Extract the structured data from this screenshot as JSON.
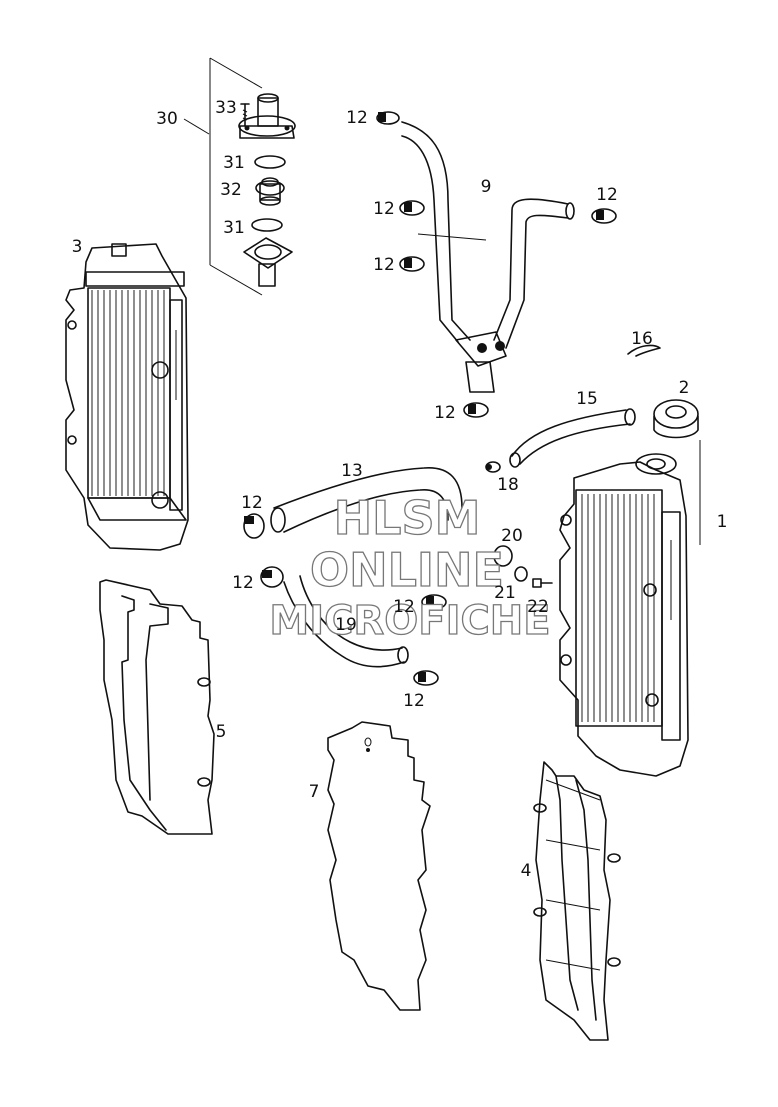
{
  "watermark": {
    "line1": "HLSM",
    "line2": "ONLINE",
    "line3": "MICROFICHE"
  },
  "callouts": [
    {
      "id": "c30",
      "text": "30"
    },
    {
      "id": "c33",
      "text": "33"
    },
    {
      "id": "c31a",
      "text": "31"
    },
    {
      "id": "c32",
      "text": "32"
    },
    {
      "id": "c31b",
      "text": "31"
    },
    {
      "id": "c3",
      "text": "3"
    },
    {
      "id": "c12a",
      "text": "12"
    },
    {
      "id": "c9",
      "text": "9"
    },
    {
      "id": "c12b",
      "text": "12"
    },
    {
      "id": "c12c",
      "text": "12"
    },
    {
      "id": "c12d",
      "text": "12"
    },
    {
      "id": "c16",
      "text": "16"
    },
    {
      "id": "c2",
      "text": "2"
    },
    {
      "id": "c15",
      "text": "15"
    },
    {
      "id": "c12e",
      "text": "12"
    },
    {
      "id": "c13",
      "text": "13"
    },
    {
      "id": "c18",
      "text": "18"
    },
    {
      "id": "c1",
      "text": "1"
    },
    {
      "id": "c12f",
      "text": "12"
    },
    {
      "id": "c20",
      "text": "20"
    },
    {
      "id": "c12g",
      "text": "12"
    },
    {
      "id": "c21",
      "text": "21"
    },
    {
      "id": "c22",
      "text": "22"
    },
    {
      "id": "c12h",
      "text": "12"
    },
    {
      "id": "c19",
      "text": "19"
    },
    {
      "id": "c12i",
      "text": "12"
    },
    {
      "id": "c5",
      "text": "5"
    },
    {
      "id": "c7",
      "text": "7"
    },
    {
      "id": "c4",
      "text": "4"
    }
  ]
}
